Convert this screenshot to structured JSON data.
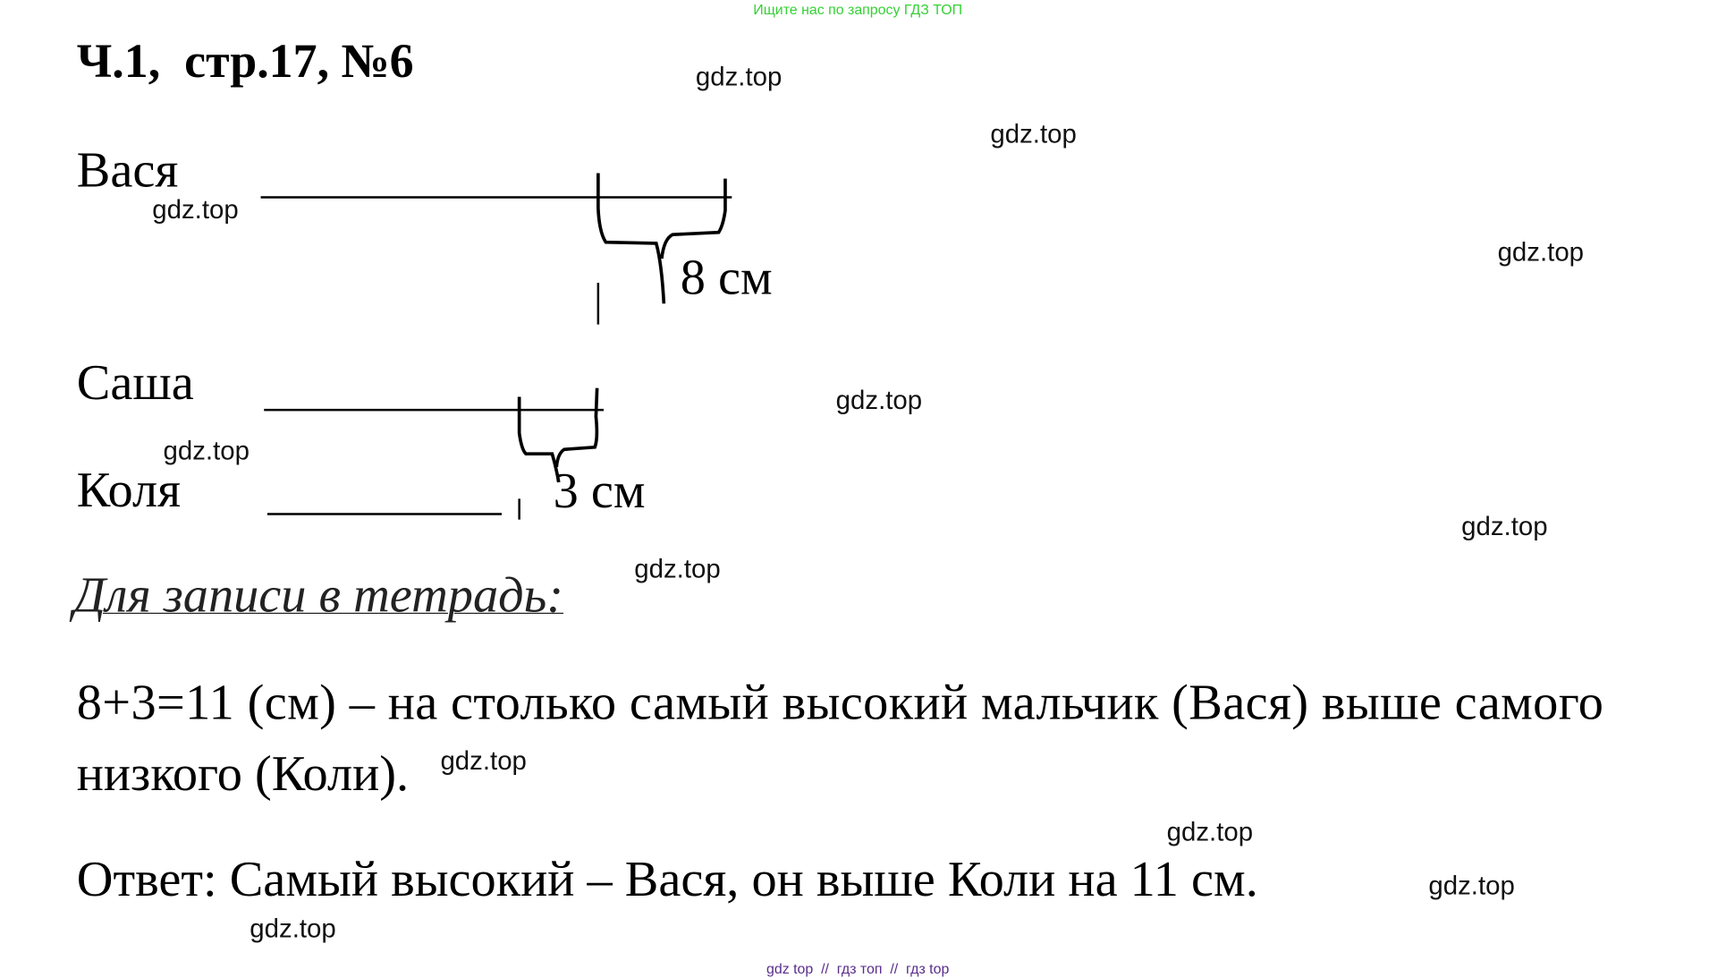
{
  "header_note": "Ищите нас по запросу ГДЗ ТОП",
  "title": "Ч.1,  стр.17, №6",
  "diagram": {
    "names": [
      "Вася",
      "Саша",
      "Коля"
    ],
    "label_vasya": "8 см",
    "label_kolya": "3 см"
  },
  "notebook_heading": "Для записи в тетрадь:",
  "solution_line1": "8+3=11 (см) – на столько самый высокий мальчик (Вася) выше самого",
  "solution_line2": "низкого (Коли).",
  "answer": "Ответ: Самый высокий – Вася, он выше Коли на 11 см.",
  "watermark": "gdz.top",
  "footer": "gdz top  //  гдз топ  //  гдз top"
}
